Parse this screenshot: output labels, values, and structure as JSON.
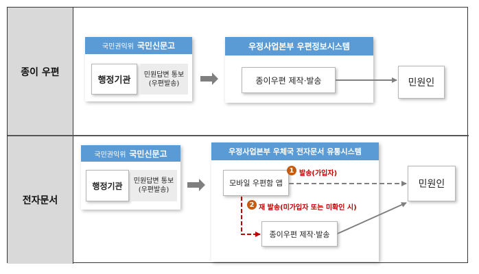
{
  "rows": {
    "paper_label": "종이 우편",
    "electronic_label": "전자문서"
  },
  "paper": {
    "header_left": "국민권익위",
    "header_right": "국민신문고",
    "agency": "행정기관",
    "reply_line1": "민원답변 통보",
    "reply_line2": "(우편발송)",
    "system_title": "우정사업본부 우편정보시스템",
    "process": "종이우편 제작·발송",
    "recipient": "민원인"
  },
  "electronic": {
    "header_left": "국민권익위",
    "header_right": "국민신문고",
    "agency": "행정기관",
    "reply_line1": "민원답변 통보",
    "reply_line2": "(우편발송)",
    "system_title": "우정사업본부 우체국 전자문서 유통시스템",
    "app": "모바일 우편함 앱",
    "step1_num": "1",
    "step1_label": "발송(가입자)",
    "step2_num": "2",
    "step2_label": "재 발송(미가입자 또는 미확인 시)",
    "process": "종이우편 제작·발송",
    "recipient": "민원인"
  },
  "colors": {
    "header_blue": "#5b9bd5",
    "label_grey": "#d9d9d9",
    "step_orange": "#c55a11",
    "resend_red": "#c00000",
    "arrow_grey": "#7f7f7f"
  }
}
